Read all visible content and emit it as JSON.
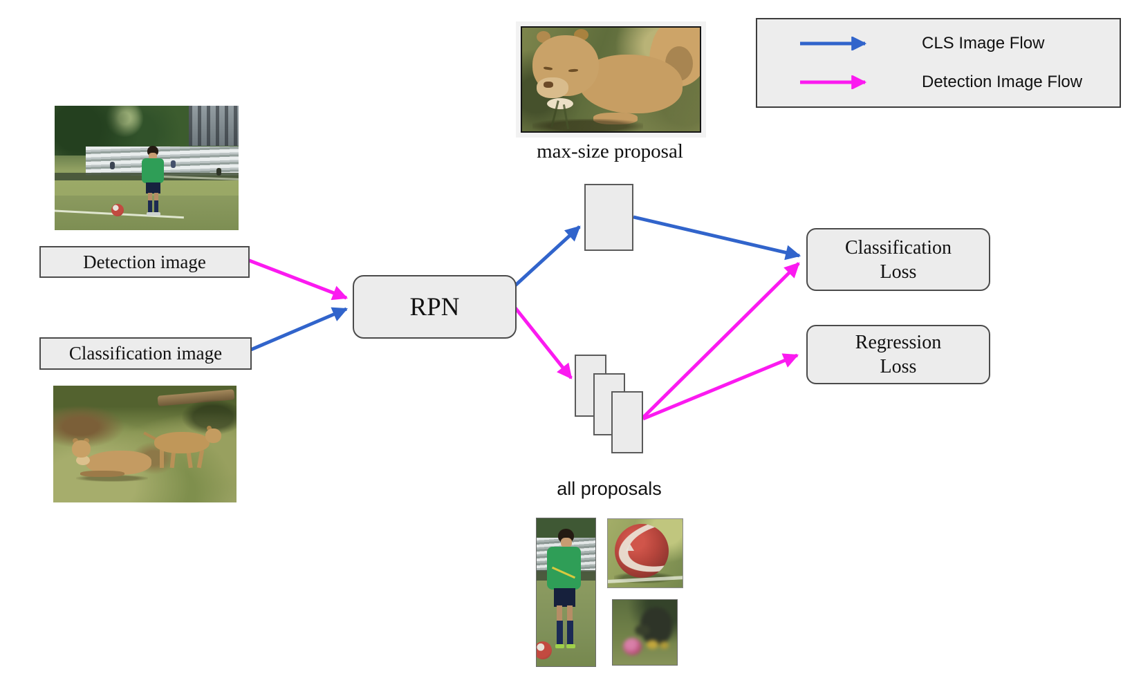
{
  "colors": {
    "cls_flow": "#3164cb",
    "det_flow": "#fb1af0",
    "node_fill": "#ececec",
    "node_border": "#4a4a4a",
    "legend_fill": "#ededed",
    "text": "#111111"
  },
  "nodes": {
    "detection_image_label": "Detection image",
    "classification_image_label": "Classification image",
    "rpn": "RPN",
    "classification_loss": "Classification\nLoss",
    "regression_loss": "Regression\nLoss"
  },
  "captions": {
    "max_size_proposal": "max-size proposal",
    "all_proposals": "all proposals"
  },
  "legend": {
    "items": [
      {
        "label": "CLS Image Flow",
        "color_key": "cls_flow"
      },
      {
        "label": "Detection Image Flow",
        "color_key": "det_flow"
      }
    ]
  },
  "edges": [
    {
      "from": "Detection image",
      "to": "RPN",
      "flow": "detection"
    },
    {
      "from": "Classification image",
      "to": "RPN",
      "flow": "cls"
    },
    {
      "from": "RPN",
      "to": "max-size proposal box",
      "flow": "cls"
    },
    {
      "from": "RPN",
      "to": "all proposals stack",
      "flow": "detection"
    },
    {
      "from": "max-size proposal box",
      "to": "Classification Loss",
      "flow": "cls"
    },
    {
      "from": "all proposals stack",
      "to": "Classification Loss",
      "flow": "detection"
    },
    {
      "from": "all proposals stack",
      "to": "Regression Loss",
      "flow": "detection"
    }
  ],
  "images": {
    "detection_photo": "boy in green jersey with soccer ball on field",
    "classification_photo": "two lionesses on grass",
    "max_size_proposal_photo": "close-up of lioness lying down",
    "proposal_crop_1": "boy standing on field",
    "proposal_crop_2": "red soccer ball on grass",
    "proposal_crop_3": "blurry person crouching over ball"
  }
}
